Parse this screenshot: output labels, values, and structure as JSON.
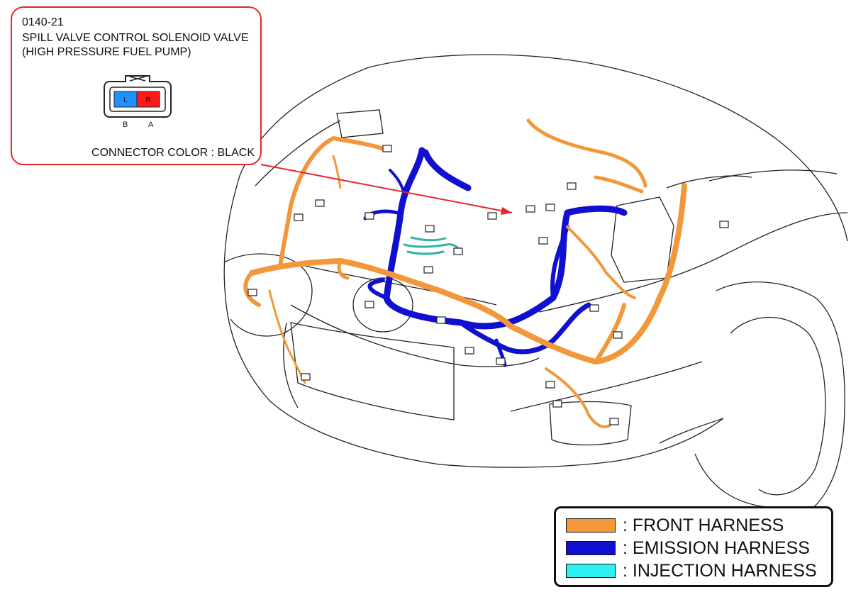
{
  "callout": {
    "code": "0140-21",
    "name_line1": "SPILL VALVE CONTROL SOLENOID VALVE",
    "name_line2": "(HIGH PRESSURE FUEL PUMP)",
    "connector_color_label": "CONNECTOR COLOR : BLACK",
    "pins": [
      {
        "terminal": "B",
        "wire_color": "L",
        "fill": "#1e90ff"
      },
      {
        "terminal": "A",
        "wire_color": "R",
        "fill": "#ff1a1a"
      }
    ]
  },
  "legend": [
    {
      "label": ": FRONT HARNESS",
      "color": "#f2973a"
    },
    {
      "label": ": EMISSION HARNESS",
      "color": "#1010d0"
    },
    {
      "label": ": INJECTION HARNESS",
      "color": "#2ff0f0"
    }
  ],
  "colors": {
    "front_harness": "#f2973a",
    "emission_harness": "#1010d0",
    "injection_harness": "#2ff0f0",
    "callout_border": "#e4262b"
  }
}
